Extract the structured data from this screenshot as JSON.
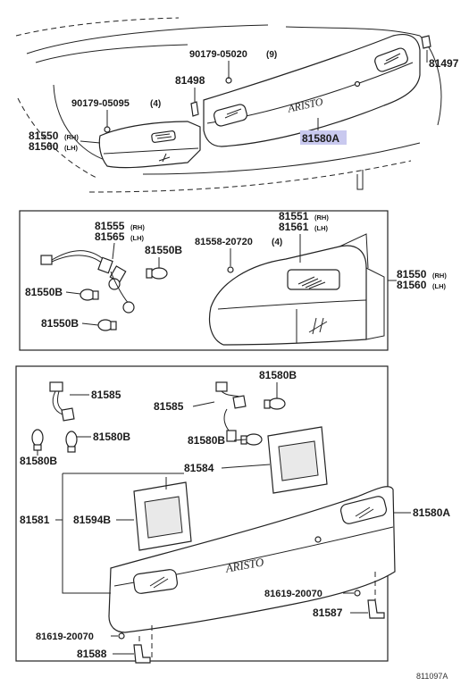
{
  "labels": {
    "p_90179_05020": "90179-05020",
    "p_90179_05020_qty": "(9)",
    "p_81497": "81497",
    "p_81498": "81498",
    "p_90179_05095": "90179-05095",
    "p_90179_05095_qty": "(4)",
    "p_81550_top": "81550",
    "p_81560_top": "81560",
    "p_81580A_top": "81580A",
    "p_81555": "81555",
    "p_81565": "81565",
    "p_81551": "81551",
    "p_81561": "81561",
    "p_81558_20720": "81558-20720",
    "p_81558_qty": "(4)",
    "p_81550B_a": "81550B",
    "p_81550B_b": "81550B",
    "p_81550B_c": "81550B",
    "p_81550_mid": "81550",
    "p_81560_mid": "81560",
    "p_81585_a": "81585",
    "p_81585_b": "81585",
    "p_81580B_a": "81580B",
    "p_81580B_b": "81580B",
    "p_81580B_c": "81580B",
    "p_81580B_d": "81580B",
    "p_81584": "81584",
    "p_81581": "81581",
    "p_81594B": "81594B",
    "p_81580A_bot": "81580A",
    "p_81619_a": "81619-20070",
    "p_81619_b": "81619-20070",
    "p_81587": "81587",
    "p_81588": "81588",
    "rh": "(RH)",
    "lh": "(LH)",
    "brand": "ARISTO",
    "diagram_id": "811097A"
  },
  "highlight_color": "#c9c9ef",
  "line_color": "#222222"
}
